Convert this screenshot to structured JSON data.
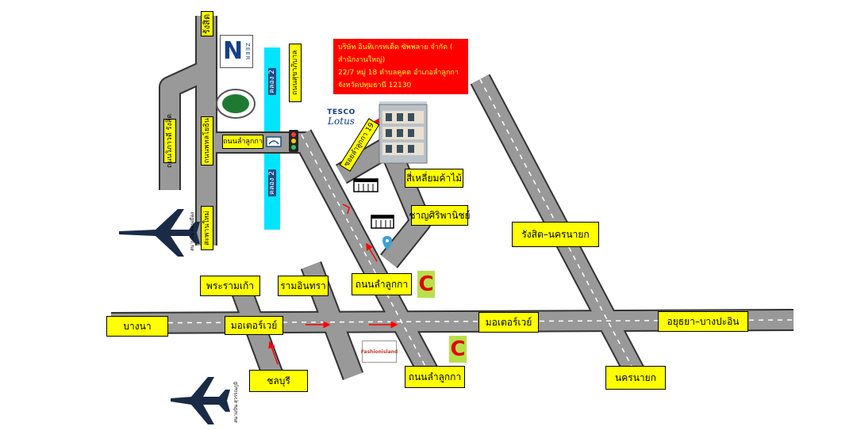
{
  "colors": {
    "road": "#999999",
    "road_edge": "#333333",
    "label_bg": "#ffff00",
    "canal": "#00e5ff",
    "company_bg": "#ff0000",
    "company_text": "#ffff33",
    "plane": "#1a2b47",
    "arrow": "#ff0000"
  },
  "company": {
    "line1": "บริษัท อินทิเกรทเต็ด ซัพพลาย จำกัด (",
    "line2": "สำนักงานใหญ่)",
    "line3": "22/7 หมู่ 18 ตำบลคูคต อำเภอลำลูกกา",
    "line4": "จังหวัดปทุมธานี 12130"
  },
  "labels": {
    "bangna": "บางนา",
    "motorway_west": "มอเตอร์เวย์",
    "motorway_east": "มอเตอร์เวย์",
    "ayutthaya": "อยุธยา–บางปะอิน",
    "nakhon_nayok": "นครนายก",
    "rangsit_nakhon_nayok": "รังสิต–นครนายก",
    "chonburi": "ชลบุรี",
    "lamlukka_south": "ถนนลำลูกกา",
    "lamlukka_north": "ถนนลำลูกกา",
    "lamlukka_mid": "ถนนลำลูกกา",
    "phraram9": "พระรามเก้า",
    "ramintra": "รามอินทรา",
    "rangsit_top": "รังสิต",
    "wiphawadi": "ถนนวิภาวดี รังสิต",
    "phaholyothin": "ถนนพหลโยธิน",
    "saphan_mai": "สะพานใหม่",
    "sukhaphiban": "ถนนสุขาภิบาล",
    "soi_lamlukka": "ซอยลำลูกกา 19",
    "khlong_top": "คลอง 2",
    "khlong_bottom": "คลอง 2",
    "silom_wood": "สี่เหลี่ยมค้าไม้",
    "chanya": "ชาญศิริพานิชย์",
    "airport_donmueang": "สนามบิน ดอนเมือง",
    "airport_suvarnabhumi": "สนามบิน สุวรรณภูมิ"
  },
  "logos": {
    "tesco_1": "TESCO",
    "tesco_2": "Lotus",
    "fashion": "Fashionisland",
    "nzeer_n": "N",
    "nzeer_z": "ZEER",
    "bigc_1": "C",
    "bigc_2": "C"
  },
  "icons": {
    "plane": "airplane-icon",
    "traffic_light": "traffic-light-icon",
    "shop": "shop-building-icon",
    "stadium": "stadium-icon",
    "bridge": "bridge-sign-icon",
    "pin": "location-pin-icon"
  }
}
